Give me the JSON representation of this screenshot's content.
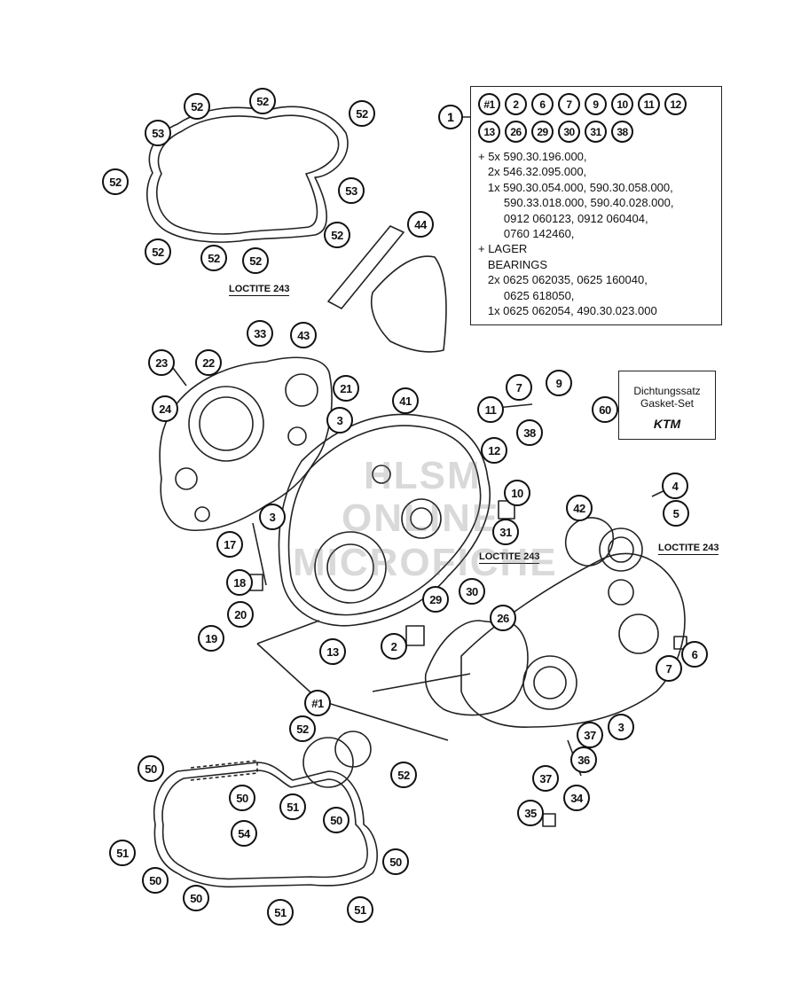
{
  "info_box": {
    "ref": "1",
    "circled_row1": [
      "#1",
      "2",
      "6",
      "7",
      "9",
      "10",
      "11",
      "12"
    ],
    "circled_row2": [
      "13",
      "26",
      "29",
      "30",
      "31",
      "38"
    ],
    "lines": [
      "+ 5x 590.30.196.000,",
      "   2x 546.32.095.000,",
      "   1x 590.30.054.000, 590.30.058.000,",
      "        590.33.018.000, 590.40.028.000,",
      "        0912 060123, 0912 060404,",
      "        0760 142460,",
      "+ LAGER",
      "   BEARINGS",
      "   2x 0625 062035, 0625 160040,",
      "        0625 618050,",
      "   1x 0625 062054, 490.30.023.000"
    ]
  },
  "gasket_kit": {
    "line1": "Dichtungssatz",
    "line2": "Gasket-Set",
    "logo": "KTM"
  },
  "loctite_labels": [
    "LOCTITE 243",
    "LOCTITE 243",
    "LOCTITE 243"
  ],
  "watermark": [
    "HLSM",
    "ONLINE",
    "MICROFICHE"
  ],
  "labels": [
    {
      "id": "52"
    },
    {
      "id": "52"
    },
    {
      "id": "52"
    },
    {
      "id": "53"
    },
    {
      "id": "52"
    },
    {
      "id": "53"
    },
    {
      "id": "52"
    },
    {
      "id": "52"
    },
    {
      "id": "52"
    },
    {
      "id": "52"
    },
    {
      "id": "44"
    },
    {
      "id": "33"
    },
    {
      "id": "22"
    },
    {
      "id": "43"
    },
    {
      "id": "23"
    },
    {
      "id": "21"
    },
    {
      "id": "24"
    },
    {
      "id": "3"
    },
    {
      "id": "41"
    },
    {
      "id": "7"
    },
    {
      "id": "9"
    },
    {
      "id": "11"
    },
    {
      "id": "38"
    },
    {
      "id": "12"
    },
    {
      "id": "60"
    },
    {
      "id": "10"
    },
    {
      "id": "3"
    },
    {
      "id": "17"
    },
    {
      "id": "18"
    },
    {
      "id": "31"
    },
    {
      "id": "4"
    },
    {
      "id": "42"
    },
    {
      "id": "5"
    },
    {
      "id": "29"
    },
    {
      "id": "30"
    },
    {
      "id": "20"
    },
    {
      "id": "26"
    },
    {
      "id": "19"
    },
    {
      "id": "13"
    },
    {
      "id": "2"
    },
    {
      "id": "6"
    },
    {
      "id": "7"
    },
    {
      "id": "#1"
    },
    {
      "id": "3"
    },
    {
      "id": "52"
    },
    {
      "id": "37"
    },
    {
      "id": "36"
    },
    {
      "id": "50"
    },
    {
      "id": "52"
    },
    {
      "id": "37"
    },
    {
      "id": "50"
    },
    {
      "id": "51"
    },
    {
      "id": "50"
    },
    {
      "id": "34"
    },
    {
      "id": "35"
    },
    {
      "id": "54"
    },
    {
      "id": "51"
    },
    {
      "id": "50"
    },
    {
      "id": "50"
    },
    {
      "id": "50"
    },
    {
      "id": "51"
    },
    {
      "id": "51"
    }
  ]
}
